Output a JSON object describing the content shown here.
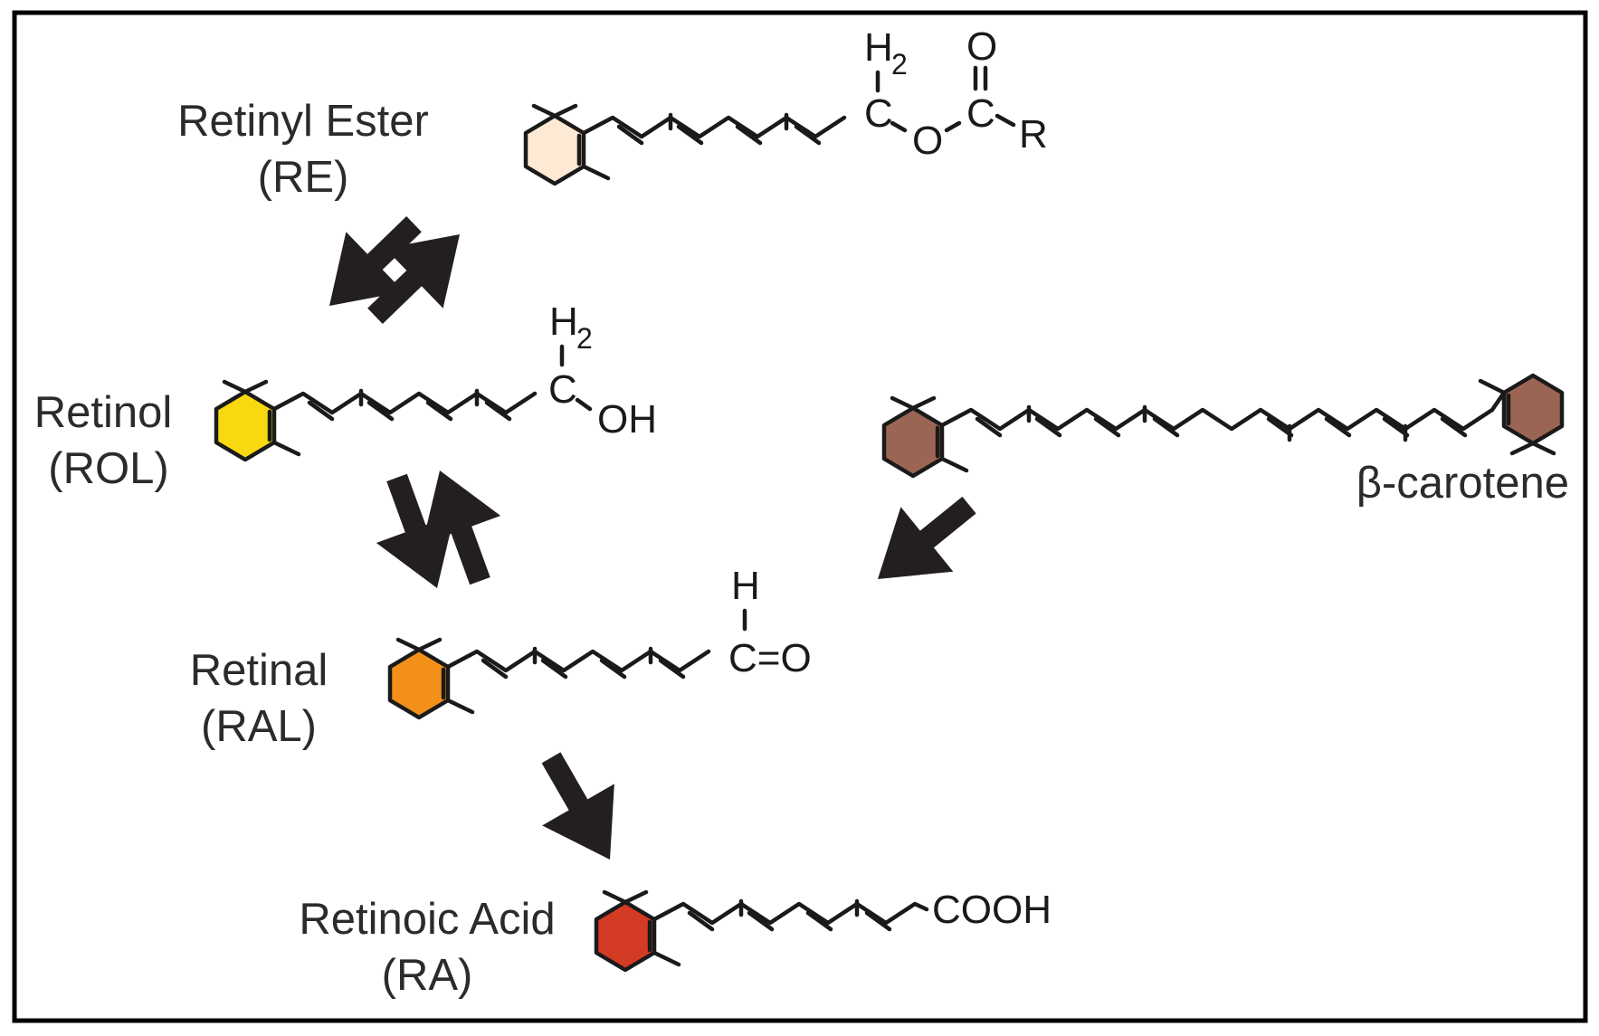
{
  "compounds": {
    "retinyl_ester": {
      "name": "Retinyl Ester",
      "abbr": "(RE)",
      "ring_color": "#fde9d4",
      "group_atoms": {
        "c": "C",
        "h2": "H",
        "h2_sub": "2",
        "o_ether": "O",
        "c_carbonyl": "C",
        "o_carbonyl": "O",
        "r": "R"
      }
    },
    "retinol": {
      "name": "Retinol",
      "abbr": "(ROL)",
      "ring_color": "#f8d80f",
      "group_atoms": {
        "c": "C",
        "h2": "H",
        "h2_sub": "2",
        "oh": "OH"
      }
    },
    "beta_carotene": {
      "name": "β-carotene",
      "ring_color": "#9b6553"
    },
    "retinal": {
      "name": "Retinal",
      "abbr": "(RAL)",
      "ring_color": "#f39019",
      "group_atoms": {
        "h": "H",
        "c_o": "C=O"
      }
    },
    "retinoic_acid": {
      "name": "Retinoic Acid",
      "abbr": "(RA)",
      "ring_color": "#d33b25",
      "group_atoms": {
        "cooh": "COOH"
      }
    }
  },
  "colors": {
    "bond": "#1a1a1a",
    "arrow": "#231f20",
    "frame": "#000000"
  }
}
